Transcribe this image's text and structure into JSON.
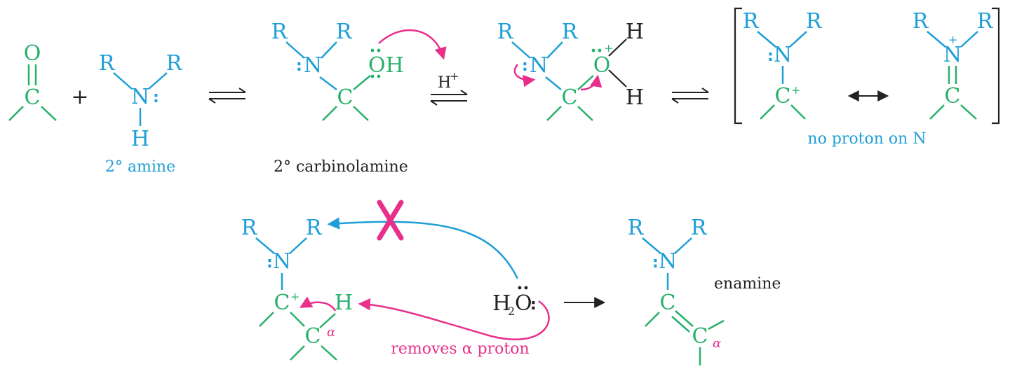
{
  "atoms": {
    "O": "O",
    "C": "C",
    "N": "N",
    "R": "R",
    "H": "H",
    "OH": "OH",
    "H2O_H": "H",
    "H2O_sub": "2",
    "H2O_O": "O"
  },
  "symbols": {
    "plus": "+",
    "cation": "+",
    "lone_pair": ":",
    "alpha": "α",
    "H_plus": "H",
    "H_plus_sup": "+"
  },
  "labels": {
    "amine": "2° amine",
    "carbinolamine": "2° carbinolamine",
    "no_proton": "no proton on N",
    "enamine": "enamine",
    "removes_alpha": "removes α proton"
  },
  "colors": {
    "carbon_oxygen": "#27b06a",
    "nitrogen_group": "#1e9fd6",
    "electron_arrow": "#e8308a",
    "text": "#222222"
  }
}
